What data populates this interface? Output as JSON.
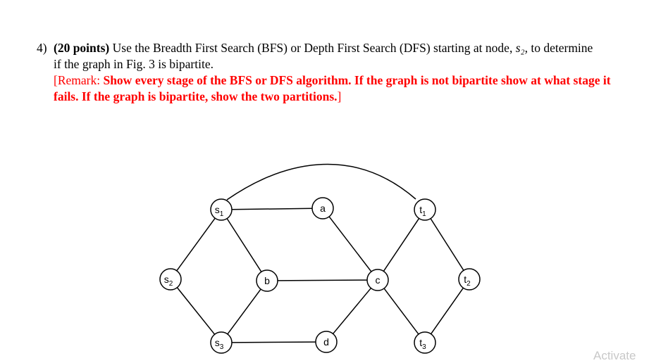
{
  "question": {
    "number": "4)",
    "points": "(20 points)",
    "text_before_node": "Use the Breadth First Search (BFS) or Depth First Search (DFS) starting at node,",
    "node": "s₂,",
    "text_after_node": "to determine",
    "line2": "if the graph in Fig. 3 is bipartite.",
    "remark_open": "[Remark:",
    "remark_text": "Show every stage of the BFS or DFS algorithm. If the graph is not bipartite show at what stage it fails. If the graph is bipartite, show the two partitions.",
    "remark_close": "]"
  },
  "graph": {
    "nodes": [
      {
        "id": "s1",
        "label": "s",
        "sub": "1"
      },
      {
        "id": "s2",
        "label": "s",
        "sub": "2"
      },
      {
        "id": "s3",
        "label": "s",
        "sub": "3"
      },
      {
        "id": "a",
        "label": "a",
        "sub": ""
      },
      {
        "id": "b",
        "label": "b",
        "sub": ""
      },
      {
        "id": "c",
        "label": "c",
        "sub": ""
      },
      {
        "id": "d",
        "label": "d",
        "sub": ""
      },
      {
        "id": "t1",
        "label": "t",
        "sub": "1"
      },
      {
        "id": "t2",
        "label": "t",
        "sub": "2"
      },
      {
        "id": "t3",
        "label": "t",
        "sub": "3"
      }
    ],
    "edges": [
      [
        "s1",
        "a"
      ],
      [
        "s1",
        "s2"
      ],
      [
        "s1",
        "b"
      ],
      [
        "s2",
        "s3"
      ],
      [
        "s3",
        "b"
      ],
      [
        "s3",
        "d"
      ],
      [
        "a",
        "c"
      ],
      [
        "b",
        "c"
      ],
      [
        "d",
        "c"
      ],
      [
        "c",
        "t1"
      ],
      [
        "c",
        "t3"
      ],
      [
        "t1",
        "t2"
      ],
      [
        "t3",
        "t2"
      ],
      [
        "s1",
        "t1"
      ]
    ]
  },
  "watermark": "Activate"
}
